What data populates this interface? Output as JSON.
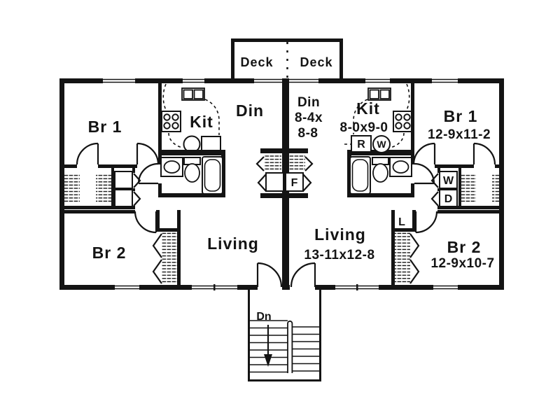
{
  "colors": {
    "ink": "#141414",
    "paper": "#ffffff"
  },
  "deck": {
    "left_label": "Deck",
    "right_label": "Deck"
  },
  "unit_left": {
    "br1_label": "Br 1",
    "kit_label": "Kit",
    "din_label": "Din",
    "living_label": "Living",
    "br2_label": "Br 2"
  },
  "unit_right": {
    "din_label": "Din",
    "din_dim_line1": "8-4x",
    "din_dim_line2": "8-8",
    "kit_label": "Kit",
    "kit_dim": "8-0x9-0",
    "br1_label": "Br 1",
    "br1_dim": "12-9x11-2",
    "living_label": "Living",
    "living_dim": "13-11x12-8",
    "br2_label": "Br 2",
    "br2_dim": "12-9x10-7",
    "refrigerator_label": "R",
    "water_heater_label": "W",
    "washer_label": "W",
    "dryer_label": "D",
    "linen_label": "L"
  },
  "utility": {
    "furnace_label": "F"
  },
  "stairs": {
    "down_label": "Dn"
  },
  "icons": {
    "stove-icon": "rect with 4 burner circles",
    "kitchen-sink-icon": "double basin rectangles",
    "refrigerator-icon": "rectangle",
    "water-heater-icon": "circle",
    "lavatory-icon": "oval in counter box",
    "toilet-icon": "tank rect + bowl ellipse",
    "bathtub-icon": "rounded rectangle pair",
    "washer-dryer-icon": "stacked squares",
    "furnace-icon": "square",
    "closet-shelves-icon": "horizontal hatch lines",
    "bifold-door-icon": "chevron zigzag",
    "door-swing-icon": "quarter-circle arc with leaf",
    "window-icon": "double thin lines in wall gap",
    "stairs-icon": "parallel treads with rail",
    "down-arrow-icon": "vertical arrow"
  }
}
